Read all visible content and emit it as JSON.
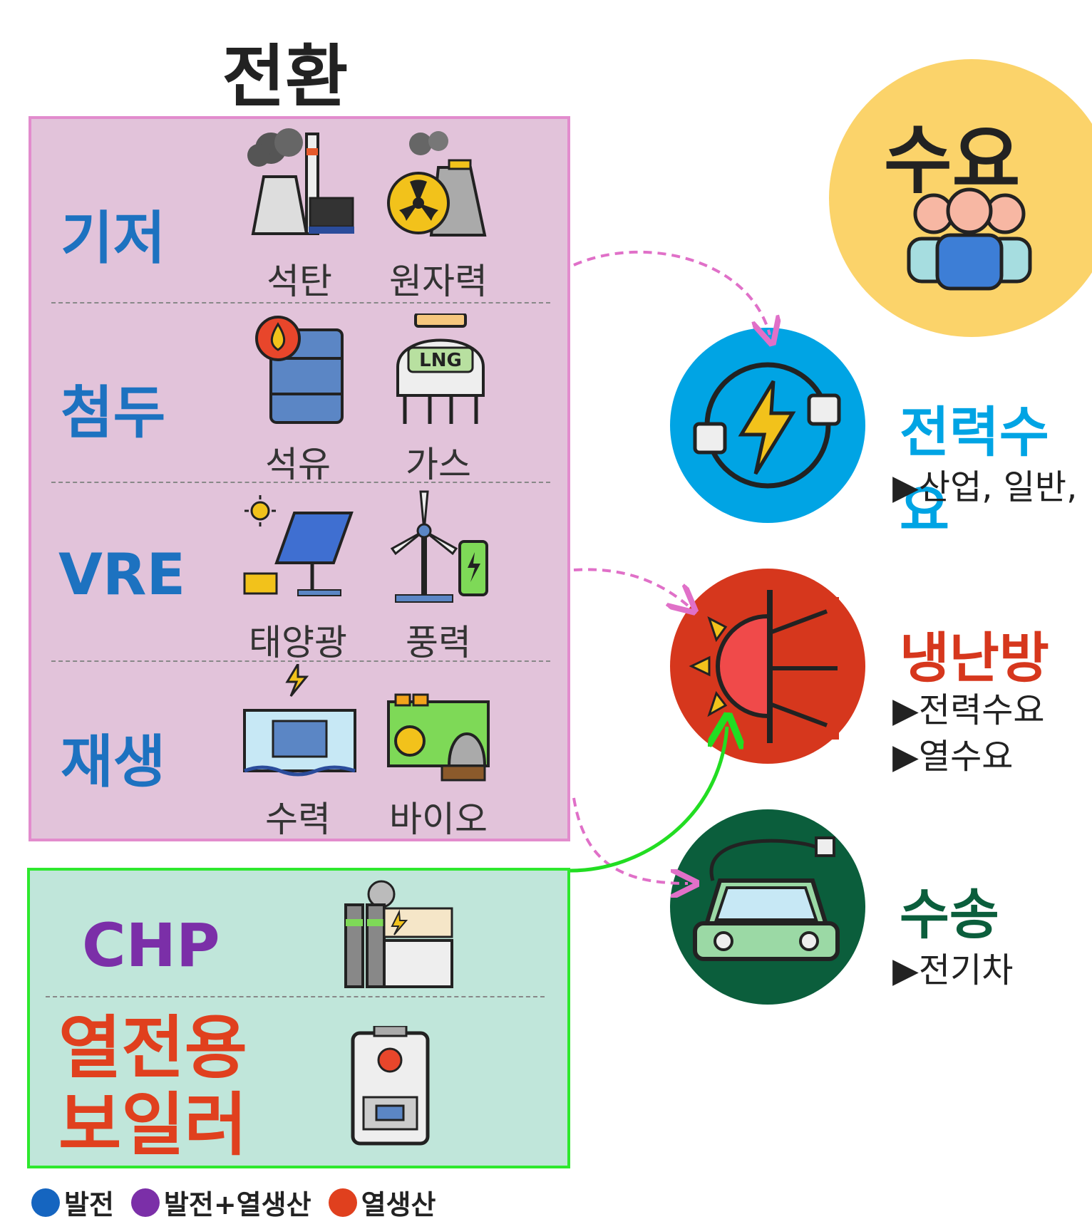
{
  "title": "전환",
  "supply": {
    "categories": [
      {
        "name": "기저",
        "sources": [
          "석탄",
          "원자력"
        ]
      },
      {
        "name": "첨두",
        "sources": [
          "석유",
          "가스"
        ]
      },
      {
        "name": "VRE",
        "sources": [
          "태양광",
          "풍력"
        ]
      },
      {
        "name": "재생",
        "sources": [
          "수력",
          "바이오"
        ]
      }
    ]
  },
  "heat": {
    "chp": "CHP",
    "boiler_line1": "열전용",
    "boiler_line2": "보일러"
  },
  "demand": {
    "title": "수요",
    "items": [
      {
        "head": "전력수요",
        "sub1": "▶산업, 일반,",
        "sub2": ""
      },
      {
        "head": "냉난방",
        "sub1": "▶전력수요",
        "sub2": "▶열수요"
      },
      {
        "head": "수송",
        "sub1": "▶전기차",
        "sub2": ""
      }
    ]
  },
  "lng_text": "LNG",
  "legend": [
    {
      "label": "발전",
      "color": "#1565c0"
    },
    {
      "label": "발전+열생산",
      "color": "#7b2fa8"
    },
    {
      "label": "열생산",
      "color": "#e0401e"
    }
  ],
  "colors": {
    "generation": "#1d72c0",
    "chp": "#7b2fa8",
    "heat": "#e0401e",
    "power_demand": "#00a4e4",
    "heating_demand": "#d6371d",
    "transport": "#0b5e3c"
  }
}
